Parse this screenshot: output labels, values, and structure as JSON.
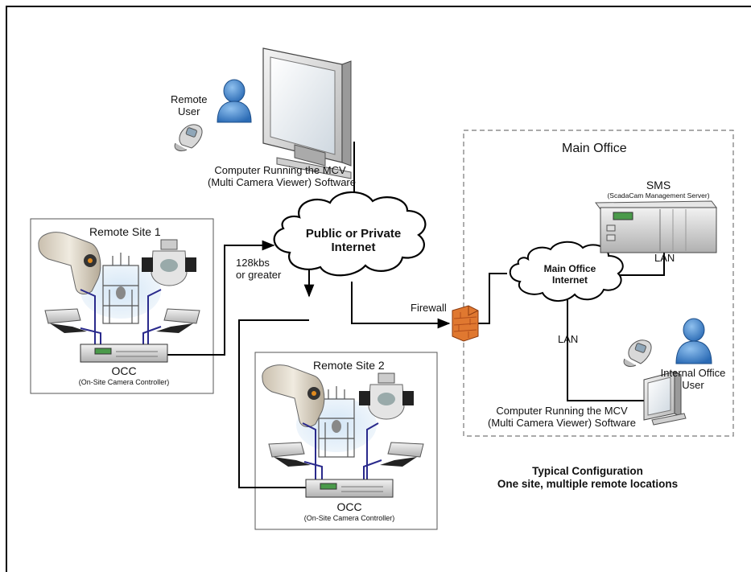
{
  "remote_user": {
    "line1": "Remote",
    "line2": "User"
  },
  "mcv_top": {
    "line1": "Computer Running the MCV",
    "line2": "(Multi Camera Viewer) Software"
  },
  "internet": {
    "line1": "Public or Private",
    "line2": "Internet"
  },
  "bandwidth": {
    "line1": "128kbs",
    "line2": "or greater"
  },
  "site1": {
    "title": "Remote Site 1",
    "occ": "OCC",
    "occ_sub": "(On-Site Camera Controller)"
  },
  "site2": {
    "title": "Remote Site 2",
    "occ": "OCC",
    "occ_sub": "(On-Site Camera Controller)"
  },
  "firewall": "Firewall",
  "main_office": {
    "title": "Main Office",
    "sms": "SMS",
    "sms_sub": "(ScadaCam Management Server)",
    "lan1": "LAN",
    "lan2": "LAN",
    "internet_line1": "Main Office",
    "internet_line2": "Internet",
    "internal_user_line1": "Internal Office",
    "internal_user_line2": "User",
    "mcv_line1": "Computer Running the MCV",
    "mcv_line2": "(Multi Camera Viewer) Software"
  },
  "caption": {
    "line1": "Typical Configuration",
    "line2": "One site, multiple remote locations"
  },
  "colors": {
    "cable": "#2a2a8c",
    "person": "#3a7fc8",
    "firewall": "#e07830",
    "link": "#000000"
  }
}
